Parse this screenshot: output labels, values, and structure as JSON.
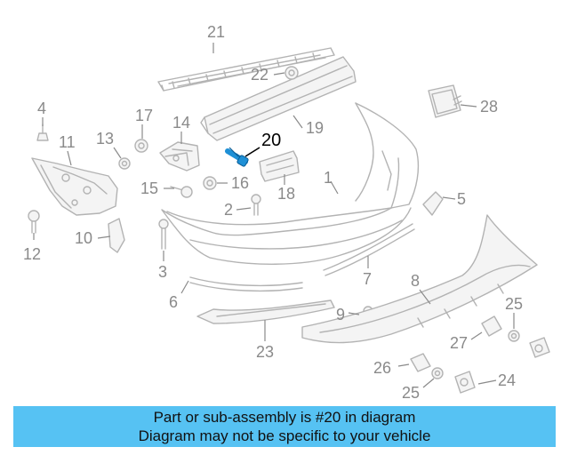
{
  "diagram": {
    "highlighted_part": "20",
    "highlight_color": "#1e90d6",
    "banner_color": "#56c2f3",
    "labels": [
      "1",
      "2",
      "3",
      "4",
      "5",
      "6",
      "7",
      "8",
      "9",
      "10",
      "11",
      "12",
      "13",
      "14",
      "15",
      "16",
      "17",
      "18",
      "19",
      "20",
      "21",
      "22",
      "23",
      "24",
      "25",
      "26",
      "25",
      "27",
      "28"
    ]
  },
  "banner": {
    "line1": "Part or sub-assembly is #20 in diagram",
    "line2": "Diagram may not be specific to your vehicle"
  }
}
